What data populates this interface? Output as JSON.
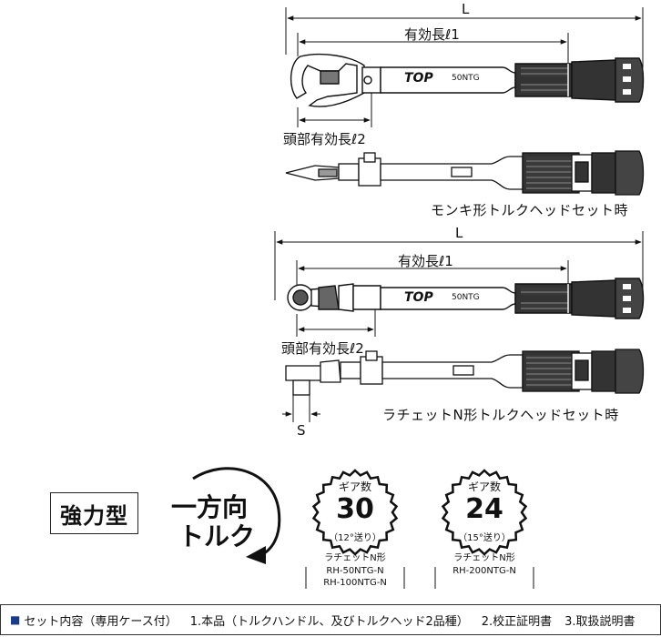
{
  "top_diagram": {
    "overall_length": "L",
    "effective_length": "有効長ℓ1",
    "head_effective_length": "頭部有効長ℓ2",
    "caption": "モンキ形トルクヘッドセット時"
  },
  "bottom_diagram": {
    "overall_length": "L",
    "effective_length": "有効長ℓ1",
    "head_effective_length": "頭部有効長ℓ2",
    "square_drive": "S",
    "caption": "ラチェットN形トルクヘッドセット時"
  },
  "brand_logo": "TOP",
  "model_mark": "50NTG",
  "type_badge": "強力型",
  "torque_direction": {
    "line1": "一方向",
    "line2": "トルク"
  },
  "gears": [
    {
      "header": "ギア数",
      "count": "30",
      "note": "（12°送り）",
      "kind": "ラチェットN形",
      "model": "RH-50NTG-N\nRH-100NTG-N"
    },
    {
      "header": "ギア数",
      "count": "24",
      "note": "（15°送り）",
      "kind": "ラチェットN形",
      "model": "RH-200NTG-N"
    }
  ],
  "footer": {
    "set_contents": "セット内容（専用ケース付）",
    "item1": "1.本品（トルクハンドル、及びトルクヘッド2品種）",
    "item2": "2.校正証明書",
    "item3": "3.取扱説明書"
  },
  "colors": {
    "accent": "#1a3a8a",
    "line": "#111111"
  }
}
